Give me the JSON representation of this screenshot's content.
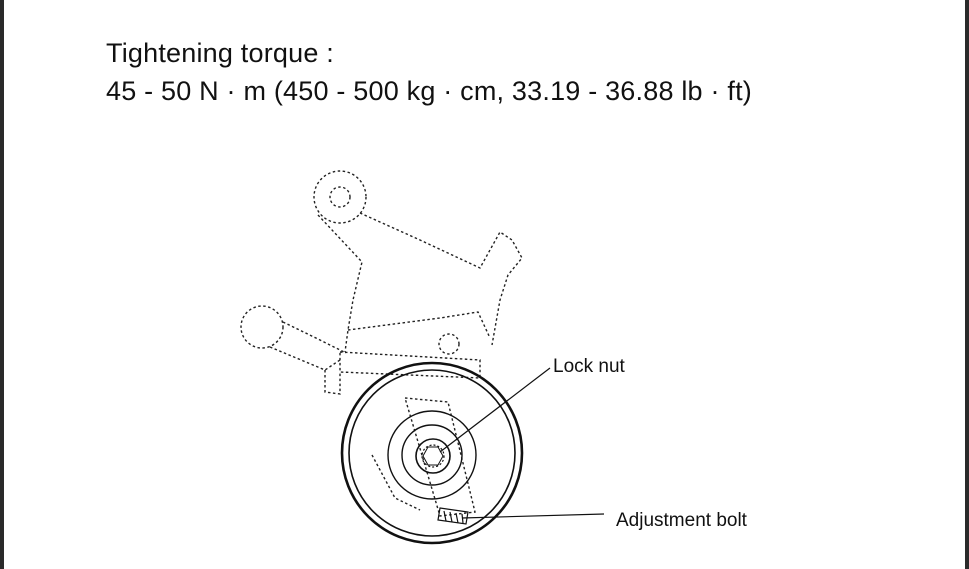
{
  "spec": {
    "heading": "Tightening torque :",
    "value": "45 - 50 N · m (450 - 500 kg · cm, 33.19 - 36.88 lb · ft)"
  },
  "labels": {
    "lock_nut": "Lock nut",
    "adjustment_bolt": "Adjustment bolt"
  }
}
